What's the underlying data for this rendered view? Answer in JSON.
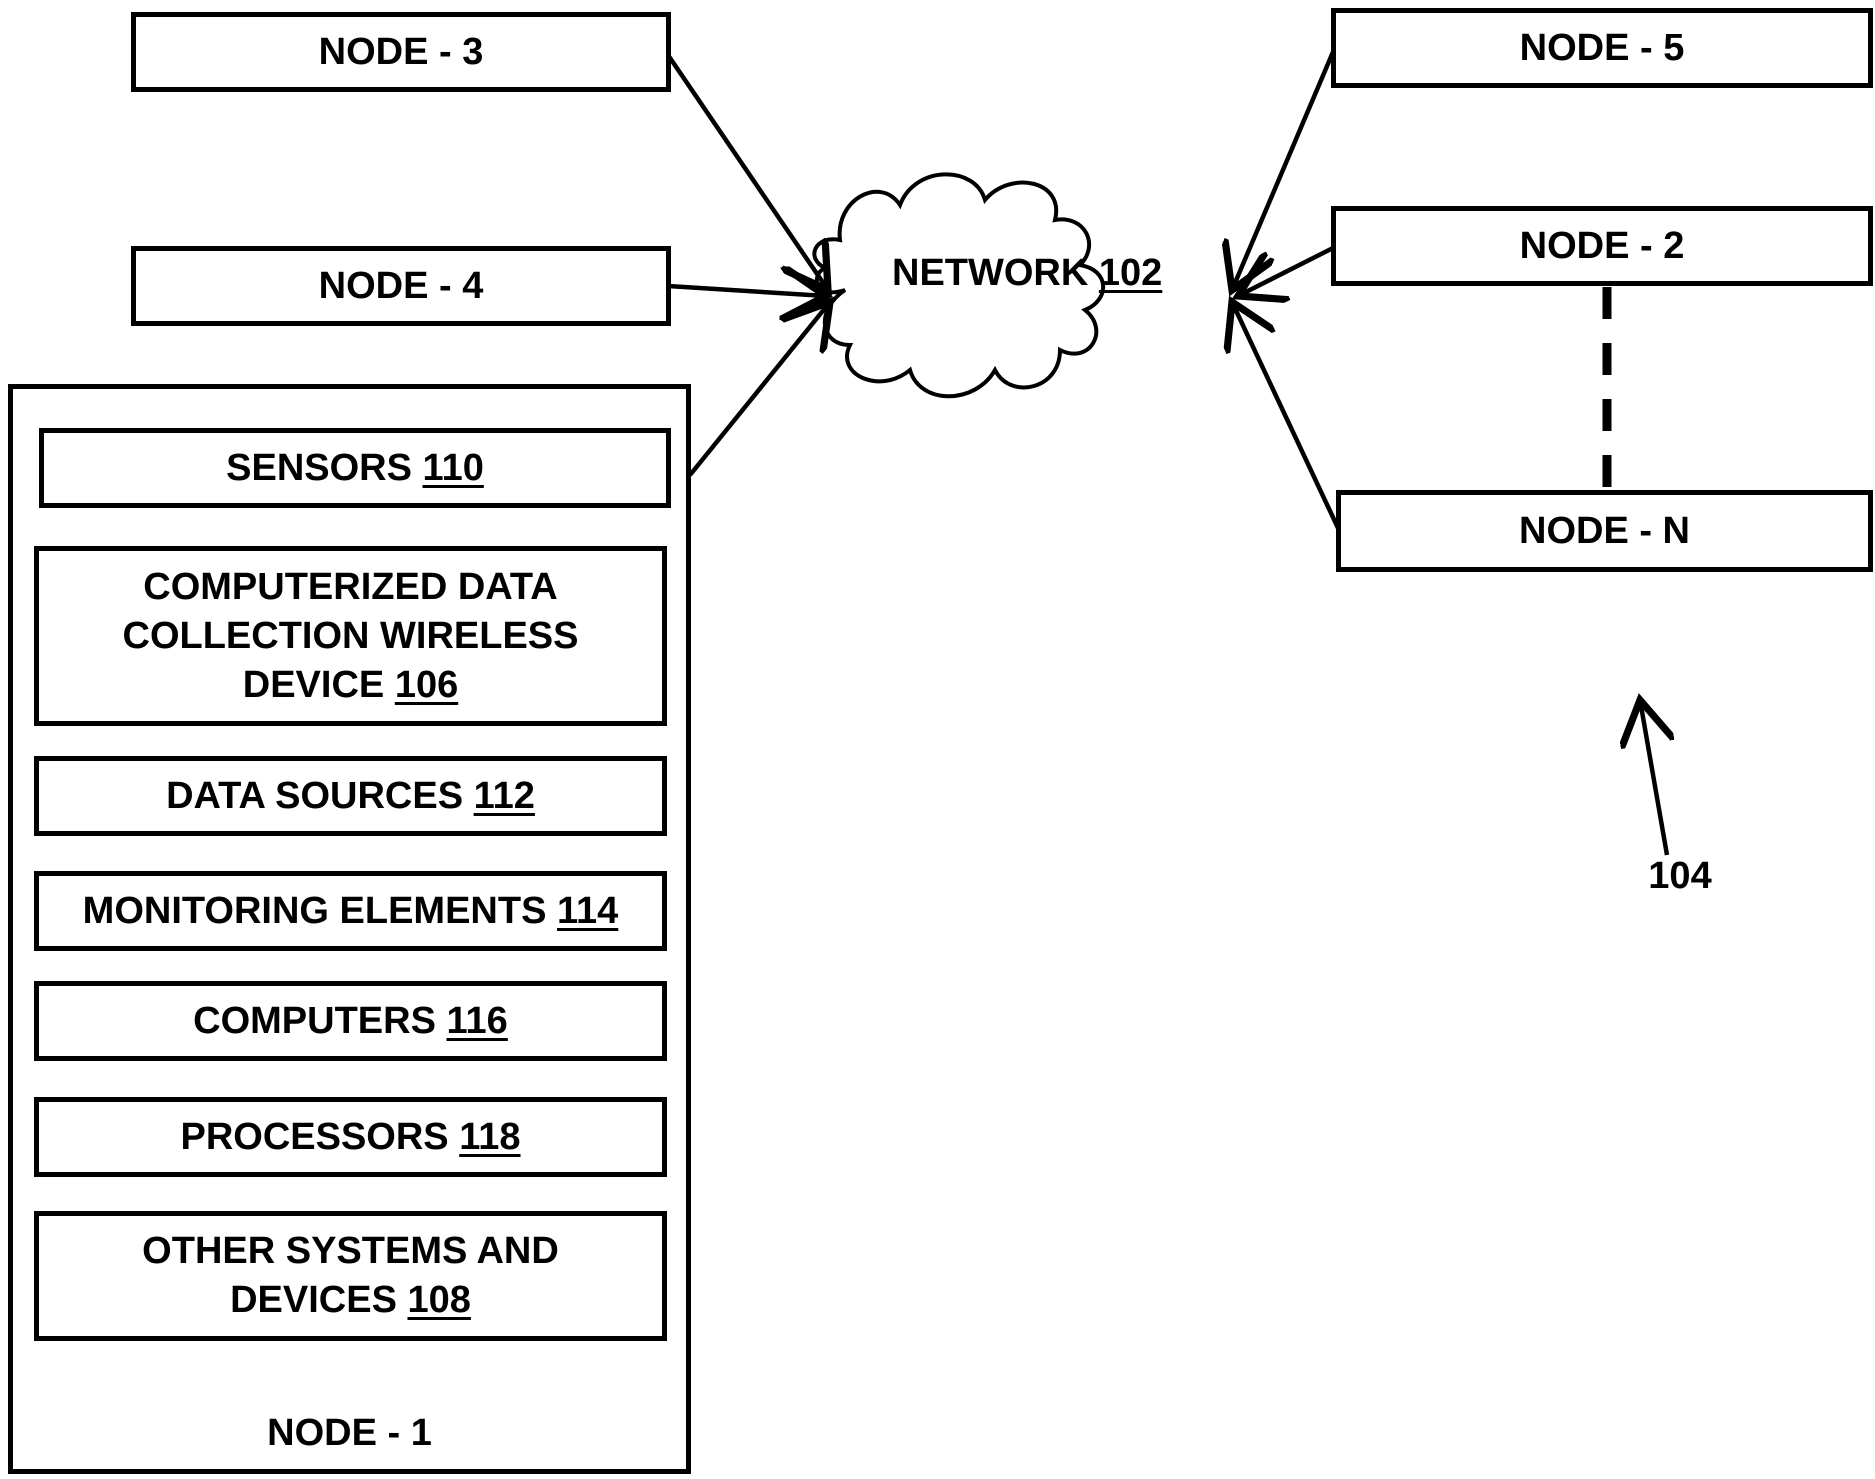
{
  "network": {
    "label": "NETWORK",
    "ref": "102"
  },
  "nodes": {
    "node3": "NODE - 3",
    "node4": "NODE - 4",
    "node5": "NODE - 5",
    "node2": "NODE - 2",
    "nodeN": "NODE - N"
  },
  "node1": {
    "label": "NODE - 1",
    "items": [
      {
        "lines": [
          "SENSORS"
        ],
        "ref": "110"
      },
      {
        "lines": [
          "COMPUTERIZED DATA",
          "COLLECTION WIRELESS",
          "DEVICE"
        ],
        "ref": "106"
      },
      {
        "lines": [
          "DATA SOURCES"
        ],
        "ref": "112"
      },
      {
        "lines": [
          "MONITORING ELEMENTS"
        ],
        "ref": "114"
      },
      {
        "lines": [
          "COMPUTERS"
        ],
        "ref": "116"
      },
      {
        "lines": [
          "PROCESSORS"
        ],
        "ref": "118"
      },
      {
        "lines": [
          "OTHER SYSTEMS AND",
          "DEVICES"
        ],
        "ref": "108"
      }
    ]
  },
  "group_ref": "104"
}
